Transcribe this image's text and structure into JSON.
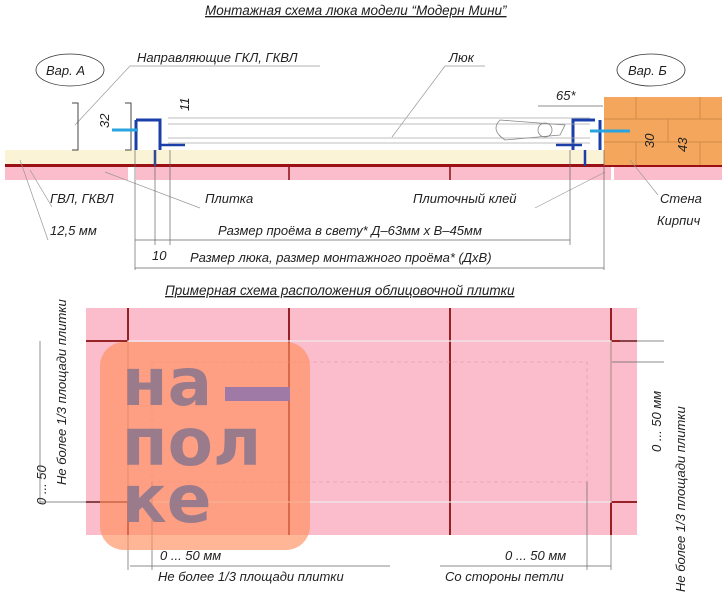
{
  "title": "Монтажная схема люка модели “Модерн Мини”",
  "section_view": {
    "variant_a": "Вар. А",
    "variant_b": "Вар. Б",
    "guides_label": "Направляющие ГКЛ, ГКВЛ",
    "hatch_label": "Люк",
    "dim_65": "65*",
    "dim_32": "32",
    "dim_11": "11",
    "dim_30": "30",
    "dim_43": "43",
    "board_label": "ГВЛ, ГКВЛ",
    "tile_label": "Плитка",
    "glue_label": "Плиточный клей",
    "wall_label": "Стена",
    "brick_label": "Кирпич",
    "thickness_label": "12,5 мм",
    "clear_opening_label": "Размер проёма в свету* Д–63мм х В–45мм",
    "dim_10": "10",
    "hatch_size_label": "Размер люка, размер монтажного проёма* (ДхВ)"
  },
  "tile_layout": {
    "title": "Примерная схема расположения облицовочной плитки",
    "left_range": "0 ... 50",
    "left_note": "Не более 1/3 площади плитки",
    "right_range": "0 ... 50 мм",
    "right_note": "Не более 1/3 площади плитки",
    "bottom_left_range": "0 ... 50 мм",
    "bottom_left_note": "Не более 1/3 площади плитки",
    "bottom_right_range": "0 ... 50 мм",
    "bottom_right_note": "Со стороны петли"
  },
  "watermark": {
    "line1": "на",
    "line2": "пол",
    "line3": "ке"
  },
  "colors": {
    "tile": "#fbbccb",
    "grout": "#8a0f12",
    "board": "#fbf3d6",
    "brick": "#f3a65c",
    "profile": "#1b3fa8",
    "watermark": "#ff8f5e"
  }
}
